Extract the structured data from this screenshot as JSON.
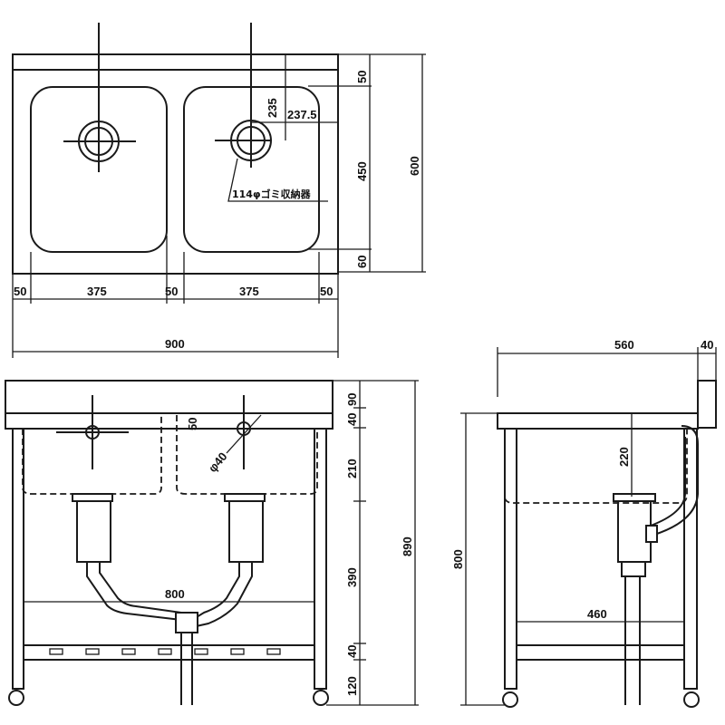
{
  "top_view": {
    "dims": {
      "rim_back": "50",
      "drain_from_back": "235",
      "drain_from_side": "237.5",
      "bowl_depth": "450",
      "rim_front": "60",
      "total_depth": "600",
      "side_left": "50",
      "bowl_left": "375",
      "divider": "50",
      "bowl_right": "375",
      "side_right": "50",
      "total_width": "900"
    },
    "drain_note": "114φゴミ収納器"
  },
  "front_view": {
    "dims": {
      "backsplash": "40",
      "top": "90",
      "rim_to_drain": "50",
      "drain_dia": "φ40",
      "bowl_depth": "210",
      "leg_mid": "390",
      "shelf": "40",
      "bottom": "120",
      "total_height": "890",
      "leg_span": "800"
    }
  },
  "side_view": {
    "dims": {
      "depth": "560",
      "backsplash_thickness": "40",
      "bowl_depth": "220",
      "counter_height": "800",
      "leg_span": "460"
    }
  }
}
